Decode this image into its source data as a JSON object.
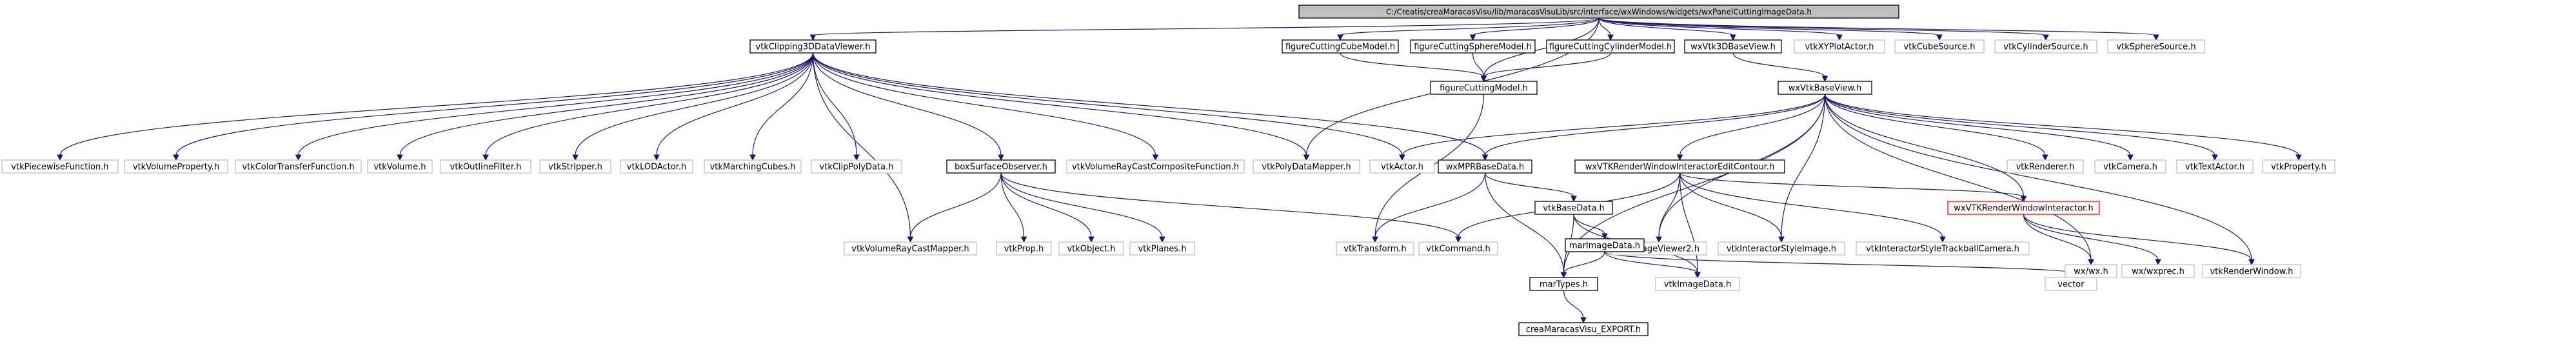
{
  "graph": {
    "root": "C:/Creatis/creaMaracasVisu/lib/maracasVisuLib/src/interface/wxWindows/widgets/wxPanelCuttingImageData.h",
    "nodes": {
      "root": "C:/Creatis/creaMaracasVisu/lib/maracasVisuLib/src/interface/wxWindows/widgets/wxPanelCuttingImageData.h",
      "vtkClipping3DDataViewer": "vtkClipping3DDataViewer.h",
      "figureCuttingCubeModel": "figureCuttingCubeModel.h",
      "figureCuttingSphereModel": "figureCuttingSphereModel.h",
      "figureCuttingCylinderModel": "figureCuttingCylinderModel.h",
      "wxVtk3DBaseView": "wxVtk3DBaseView.h",
      "vtkXYPlotActor": "vtkXYPlotActor.h",
      "vtkCubeSource": "vtkCubeSource.h",
      "vtkCylinderSource": "vtkCylinderSource.h",
      "vtkSphereSource": "vtkSphereSource.h",
      "figureCuttingModel": "figureCuttingModel.h",
      "wxVtkBaseView": "wxVtkBaseView.h",
      "vtkPiecewiseFunction": "vtkPiecewiseFunction.h",
      "vtkVolumeProperty": "vtkVolumeProperty.h",
      "vtkColorTransferFunction": "vtkColorTransferFunction.h",
      "vtkVolume": "vtkVolume.h",
      "vtkOutlineFilter": "vtkOutlineFilter.h",
      "vtkStripper": "vtkStripper.h",
      "vtkLODActor": "vtkLODActor.h",
      "vtkMarchingCubes": "vtkMarchingCubes.h",
      "vtkClipPolyData": "vtkClipPolyData.h",
      "boxSurfaceObserver": "boxSurfaceObserver.h",
      "vtkVolumeRayCastCompositeFunction": "vtkVolumeRayCastCompositeFunction.h",
      "vtkPolyDataMapper": "vtkPolyDataMapper.h",
      "vtkActor": "vtkActor.h",
      "wxMPRBaseData": "wxMPRBaseData.h",
      "wxVTKRenderWindowInteractorEditContour": "wxVTKRenderWindowInteractorEditContour.h",
      "vtkRenderer": "vtkRenderer.h",
      "vtkCamera": "vtkCamera.h",
      "vtkTextActor": "vtkTextActor.h",
      "vtkProperty": "vtkProperty.h",
      "vtkVolumeRayCastMapper": "vtkVolumeRayCastMapper.h",
      "vtkProp": "vtkProp.h",
      "vtkObject": "vtkObject.h",
      "vtkPlanes": "vtkPlanes.h",
      "vtkTransform": "vtkTransform.h",
      "vtkCommand": "vtkCommand.h",
      "vtkImageViewer2": "vtkImageViewer2.h",
      "vtkInteractorStyleImage": "vtkInteractorStyleImage.h",
      "vtkInteractorStyleTrackballCamera": "vtkInteractorStyleTrackballCamera.h",
      "wxVTKRenderWindowInteractor": "wxVTKRenderWindowInteractor.h",
      "wxwx": "wx/wx.h",
      "wxwxprec": "wx/wxprec.h",
      "vtkRenderWindow": "vtkRenderWindow.h",
      "vtkBaseData": "vtkBaseData.h",
      "marImageData": "marImageData.h",
      "marTypes": "marTypes.h",
      "vtkImageData": "vtkImageData.h",
      "vector": "vector",
      "creaMaracasVisu_EXPORT": "creaMaracasVisu_EXPORT.h"
    },
    "colors": {
      "edge": "#191970",
      "root_fill": "#bfbfbf",
      "documented_border": "#000000",
      "external_border": "#bfbfbf",
      "truncated_border": "#ff0000"
    }
  }
}
